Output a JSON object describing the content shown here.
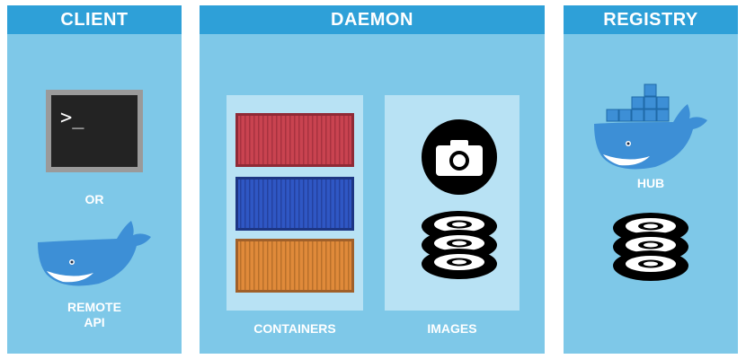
{
  "client": {
    "title": "CLIENT",
    "or_label": "OR",
    "remote_api_line1": "REMOTE",
    "remote_api_line2": "API",
    "terminal_prompt": ">_"
  },
  "daemon": {
    "title": "DAEMON",
    "containers_label": "CONTAINERS",
    "images_label": "IMAGES"
  },
  "registry": {
    "title": "REGISTRY",
    "hub_label": "HUB"
  },
  "icons": {
    "terminal": "terminal-icon",
    "whale": "docker-whale-icon",
    "container": "shipping-container-icon",
    "camera": "camera-icon",
    "disk_stack": "disk-stack-icon"
  },
  "colors": {
    "panel_bg": "#7ec8e8",
    "panel_header": "#2ea0d8",
    "subpanel": "#b8e2f4",
    "whale_blue": "#3d8fd6",
    "container_red": "#c94350",
    "container_blue": "#2f57c4",
    "container_orange": "#e08a3a"
  }
}
